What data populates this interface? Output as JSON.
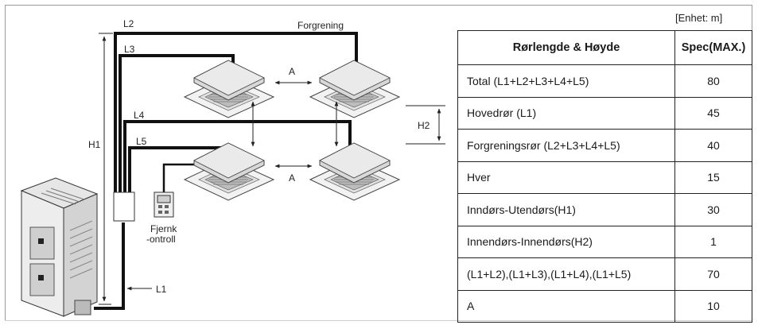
{
  "diagram_labels": {
    "l1": "L1",
    "l2": "L2",
    "l3": "L3",
    "l4": "L4",
    "l5": "L5",
    "h1": "H1",
    "h2": "H2",
    "a_top": "A",
    "a_bottom": "A",
    "branch": "Forgrening",
    "remote_line1": "Fjernk",
    "remote_line2": "-ontroll"
  },
  "table": {
    "unit_note": "[Enhet: m]",
    "headers": [
      "Rørlengde & Høyde",
      "Spec(MAX.)"
    ],
    "rows": [
      {
        "label": "Total (L1+L2+L3+L4+L5)",
        "value": "80"
      },
      {
        "label": "Hovedrør (L1)",
        "value": "45"
      },
      {
        "label": "Forgreningsrør (L2+L3+L4+L5)",
        "value": "40"
      },
      {
        "label": "Hver",
        "value": "15"
      },
      {
        "label": "Inndørs-Utendørs(H1)",
        "value": "30"
      },
      {
        "label": "Innendørs-Innendørs(H2)",
        "value": "1"
      },
      {
        "label": "(L1+L2),(L1+L3),(L1+L4),(L1+L5)",
        "value": "70"
      },
      {
        "label": "A",
        "value": "10"
      }
    ]
  }
}
